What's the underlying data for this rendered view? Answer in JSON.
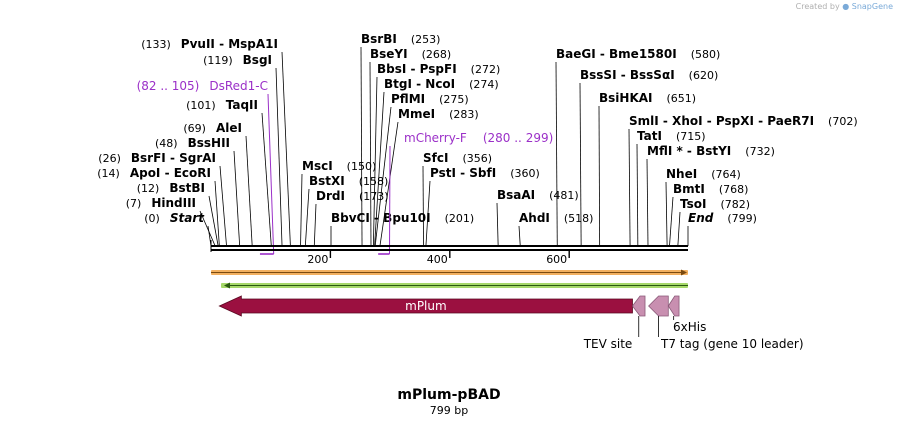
{
  "credit": {
    "prefix": "Created by",
    "brand": "SnapGene"
  },
  "plasmid": {
    "name": "mPlum-pBAD",
    "length_label": "799 bp",
    "length": 799
  },
  "enzymes": [
    {
      "name": "Start",
      "pos": "(0)",
      "bp": 0,
      "italic": true
    },
    {
      "name": "HindIII",
      "pos": "(7)",
      "bp": 7
    },
    {
      "name": "BstBI",
      "pos": "(12)",
      "bp": 12
    },
    {
      "name": "ApoI - EcoRI",
      "pos": "(14)",
      "bp": 14
    },
    {
      "name": "BsrFI - SgrAI",
      "pos": "(26)",
      "bp": 26
    },
    {
      "name": "BssHII",
      "pos": "(48)",
      "bp": 48
    },
    {
      "name": "AleI",
      "pos": "(69)",
      "bp": 69
    },
    {
      "name": "TaqII",
      "pos": "(101)",
      "bp": 101
    },
    {
      "name": "BsgI",
      "pos": "(119)",
      "bp": 119
    },
    {
      "name": "PvuII - MspA1I",
      "pos": "(133)",
      "bp": 133
    },
    {
      "name": "MscI",
      "pos": "(150)",
      "bp": 150
    },
    {
      "name": "BstXI",
      "pos": "(158)",
      "bp": 158
    },
    {
      "name": "DrdI",
      "pos": "(173)",
      "bp": 173
    },
    {
      "name": "BbvCI - Bpu10I",
      "pos": "(201)",
      "bp": 201
    },
    {
      "name": "BsrBI",
      "pos": "(253)",
      "bp": 253
    },
    {
      "name": "BseYI",
      "pos": "(268)",
      "bp": 268
    },
    {
      "name": "BbsI - PspFI",
      "pos": "(272)",
      "bp": 272
    },
    {
      "name": "BtgI - NcoI",
      "pos": "(274)",
      "bp": 274
    },
    {
      "name": "PflMI",
      "pos": "(275)",
      "bp": 275
    },
    {
      "name": "MmeI",
      "pos": "(283)",
      "bp": 283
    },
    {
      "name": "SfcI",
      "pos": "(356)",
      "bp": 356
    },
    {
      "name": "PstI - SbfI",
      "pos": "(360)",
      "bp": 360
    },
    {
      "name": "BsaAI",
      "pos": "(481)",
      "bp": 481
    },
    {
      "name": "AhdI",
      "pos": "(518)",
      "bp": 518
    },
    {
      "name": "BaeGI - Bme1580I",
      "pos": "(580)",
      "bp": 580
    },
    {
      "name": "BssSI - BssSαI",
      "pos": "(620)",
      "bp": 620
    },
    {
      "name": "BsiHKAI",
      "pos": "(651)",
      "bp": 651
    },
    {
      "name": "SmlI - XhoI - PspXI - PaeR7I",
      "pos": "(702)",
      "bp": 702
    },
    {
      "name": "TatI",
      "pos": "(715)",
      "bp": 715
    },
    {
      "name": "MflI * - BstYI",
      "pos": "(732)",
      "bp": 732
    },
    {
      "name": "NheI",
      "pos": "(764)",
      "bp": 764
    },
    {
      "name": "BmtI",
      "pos": "(768)",
      "bp": 768
    },
    {
      "name": "TsoI",
      "pos": "(782)",
      "bp": 782
    },
    {
      "name": "End",
      "pos": "(799)",
      "bp": 799,
      "italic": true
    }
  ],
  "primers": [
    {
      "name": "DsRed1-C",
      "range": "(82 .. 105)",
      "start": 82,
      "end": 105
    },
    {
      "name": "mCherry-F",
      "range": "(280 .. 299)",
      "start": 280,
      "end": 299
    }
  ],
  "ticks": [
    "200",
    "400",
    "600"
  ],
  "tick_values": [
    200,
    400,
    600
  ],
  "features": [
    {
      "name": "mPlum",
      "start": 14,
      "end": 706,
      "direction": "reverse",
      "color": "#9b1040"
    },
    {
      "name": "TEV site",
      "start": 706,
      "end": 727,
      "direction": "reverse",
      "color": "#c88fb0"
    },
    {
      "name": "T7 tag (gene 10 leader)",
      "start": 733,
      "end": 766,
      "direction": "reverse",
      "color": "#c88fb0"
    },
    {
      "name": "6xHis",
      "start": 766,
      "end": 784,
      "direction": "reverse",
      "color": "#c88fb0"
    }
  ],
  "colors": {
    "primer": "#9b30c8",
    "orange_arrow": "#f2b060",
    "green_arrow": "#a6d86a",
    "backbone": "#000000"
  }
}
